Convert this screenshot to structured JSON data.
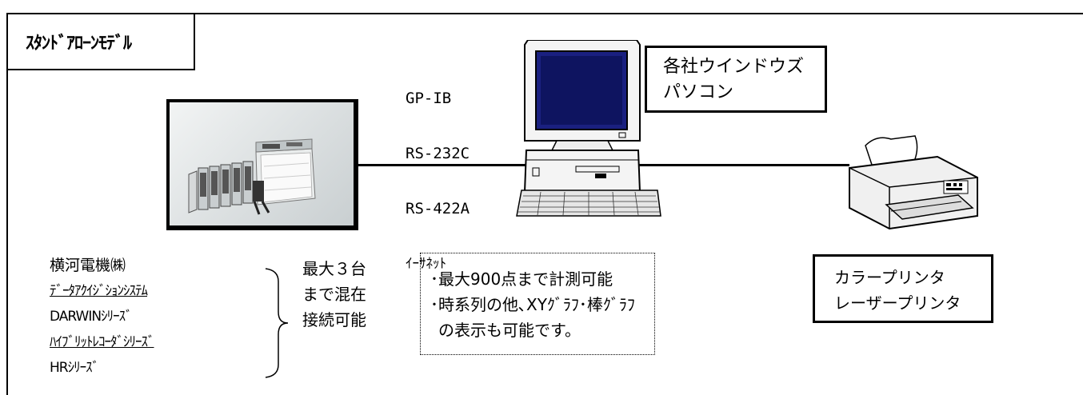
{
  "title": "ｽﾀﾝﾄﾞｱﾛｰﾝﾓﾃﾞﾙ",
  "interfaces": [
    "GP-IB",
    "RS-232C",
    "RS-422A",
    "ｲｰｻﾈｯﾄ"
  ],
  "pc_box": {
    "line1": "各社ウインドウズ",
    "line2": "パソコン"
  },
  "printer_box": {
    "line1": "カラープリンタ",
    "line2": "レーザープリンタ"
  },
  "device_list": {
    "maker": "横河電機㈱",
    "product1": "ﾃﾞｰﾀｱｸｲｼﾞｼｮﾝｼｽﾃﾑ",
    "series1": "DARWINｼﾘｰｽﾞ",
    "product2": "ﾊｲﾌﾞﾘｯﾄﾚｺｰﾀﾞｼﾘｰｽﾞ",
    "series2": "HRｼﾘｰｽﾞ"
  },
  "max_connect": {
    "line1": "最大３台",
    "line2": "まで混在",
    "line3": "接続可能"
  },
  "spec_box": {
    "line1": "･最大900点まで計測可能",
    "line2": "･時系列の他､XYｸﾞﾗﾌ･棒ｸﾞﾗﾌ",
    "line3": "の表示も可能です。"
  },
  "icons": [
    "data-acquisition-device-image",
    "desktop-pc-icon",
    "printer-icon"
  ]
}
